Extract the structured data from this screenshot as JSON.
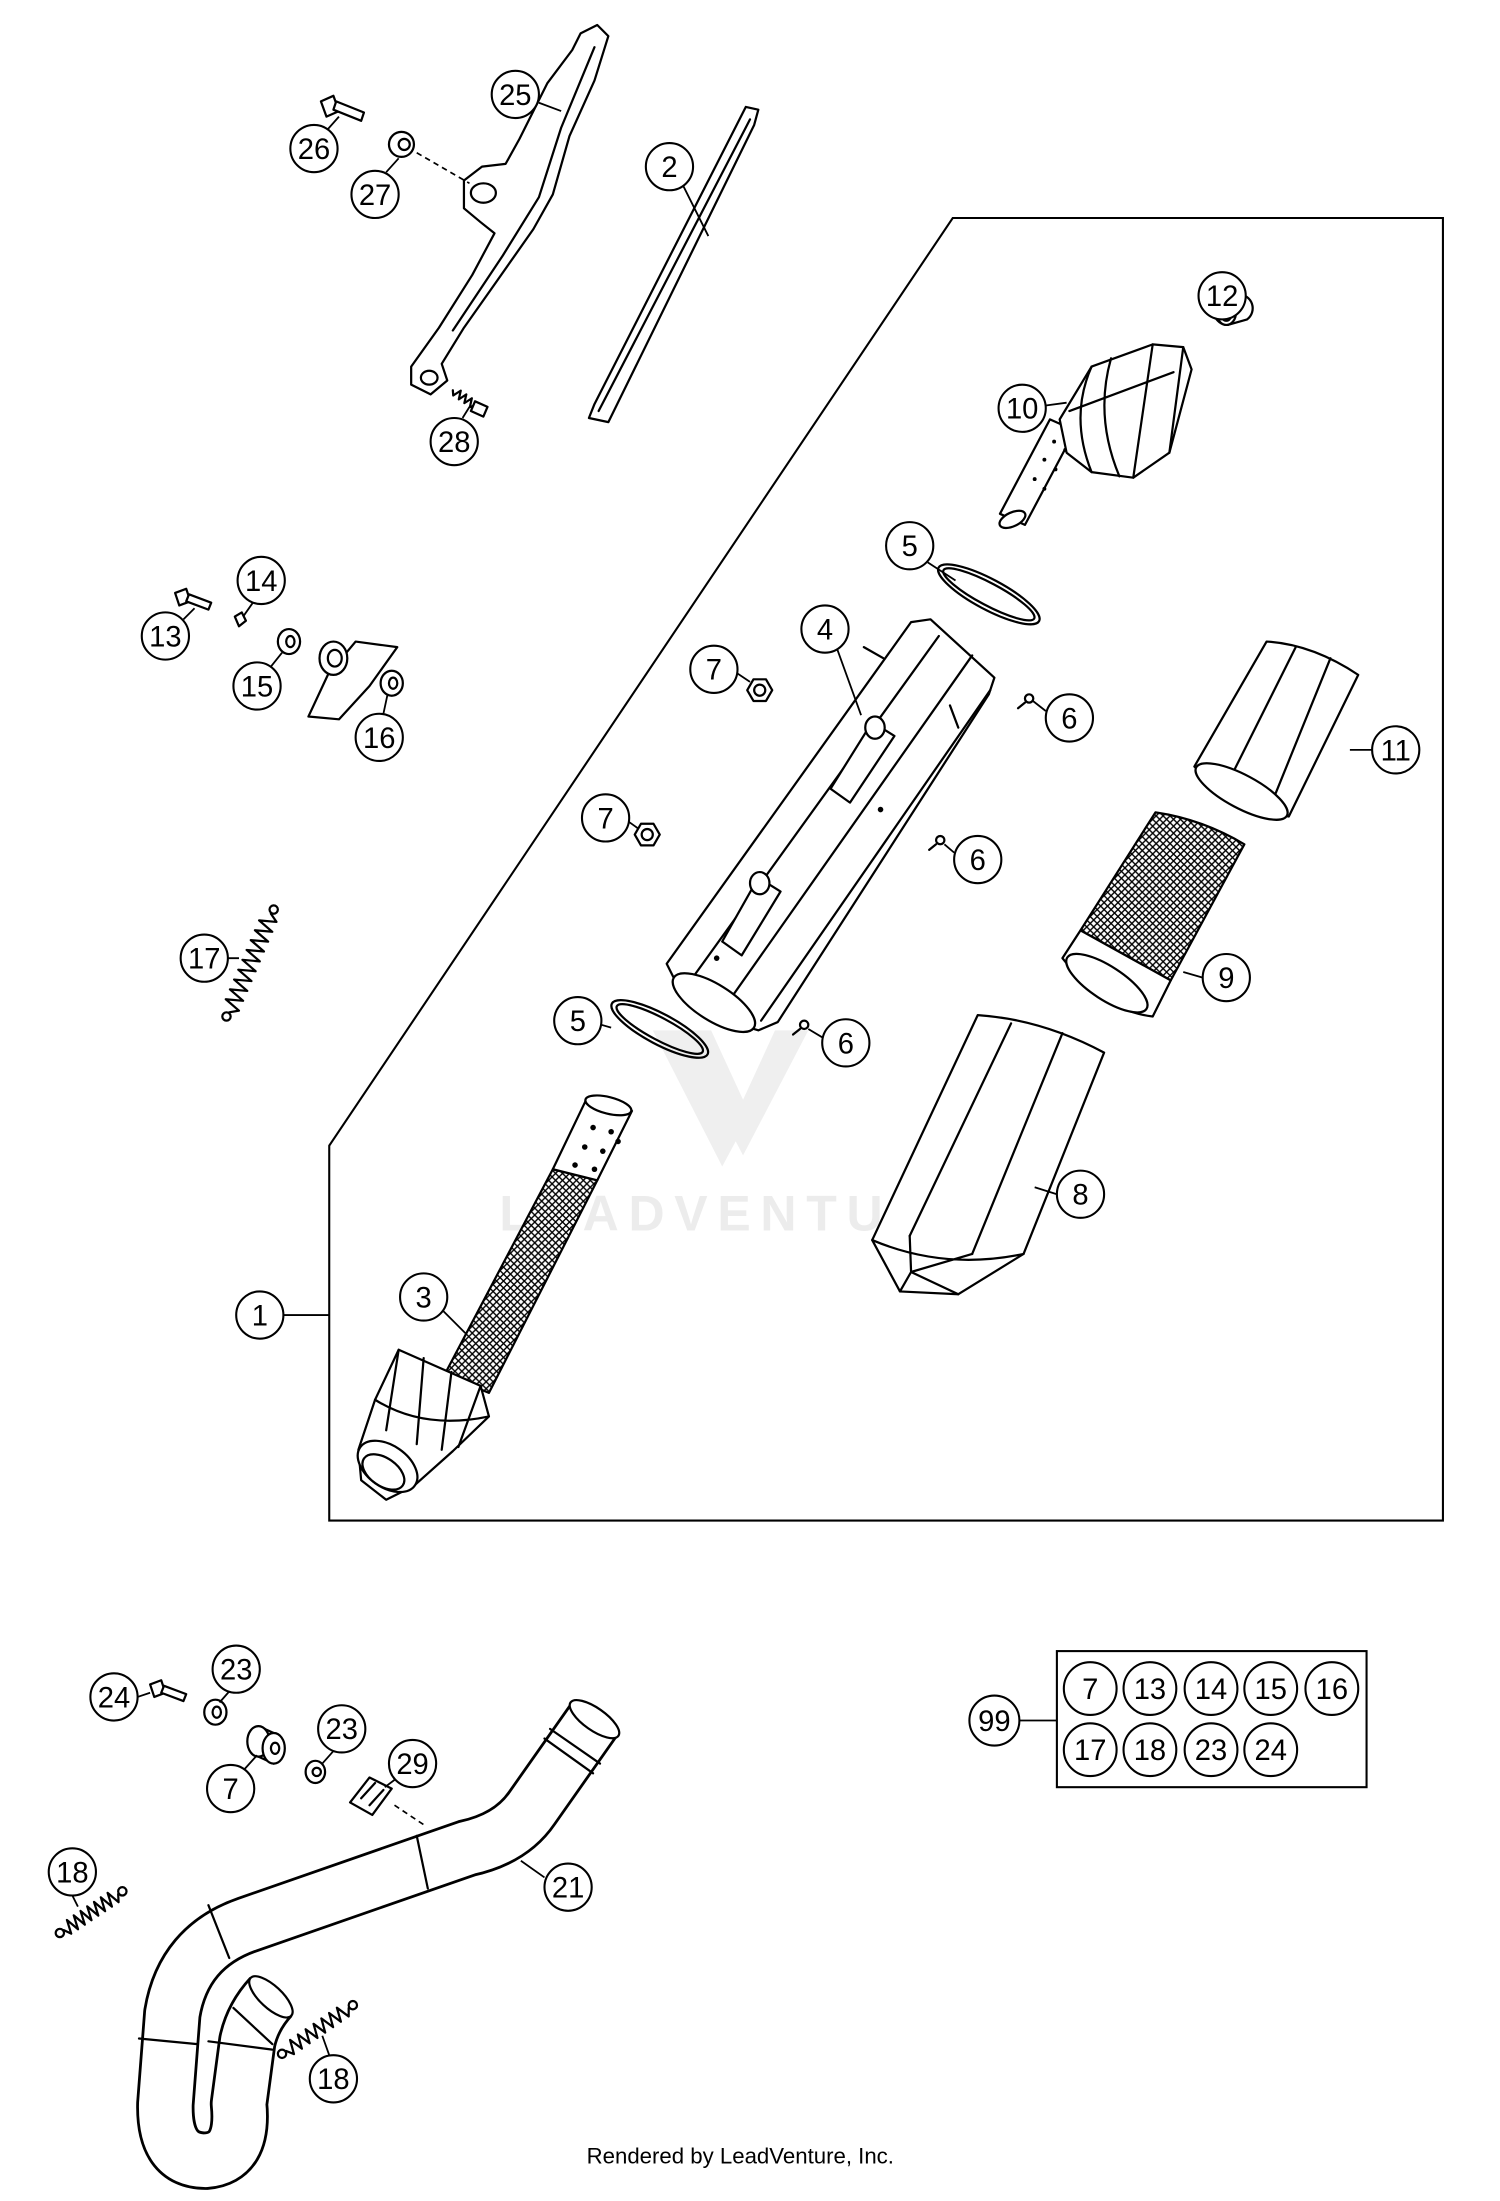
{
  "callouts": [
    "25",
    "26",
    "27",
    "2",
    "28",
    "12",
    "10",
    "5",
    "14",
    "13",
    "4",
    "7",
    "15",
    "6",
    "11",
    "16",
    "7",
    "6",
    "17",
    "9",
    "5",
    "6",
    "8",
    "3",
    "1",
    "23",
    "24",
    "23",
    "29",
    "7",
    "18",
    "21",
    "18"
  ],
  "kit": {
    "label": "99",
    "items": [
      "7",
      "13",
      "14",
      "15",
      "16",
      "17",
      "18",
      "23",
      "24"
    ]
  },
  "watermark": "LEADVENTURE",
  "footer": "Rendered by LeadVenture, Inc."
}
